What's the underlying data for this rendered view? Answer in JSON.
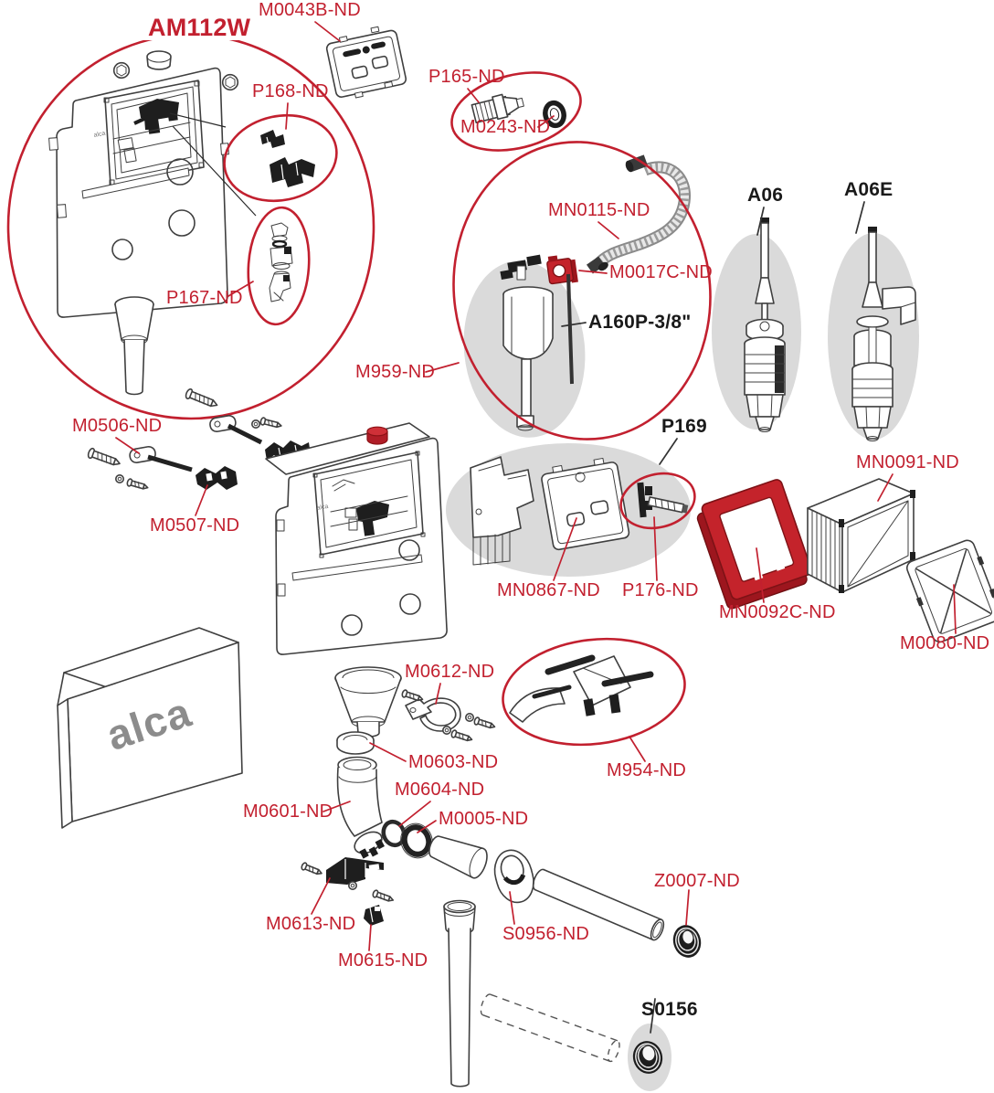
{
  "diagram": {
    "brand": "alca",
    "colors": {
      "label_red": "#c2202f",
      "part_red": "#c4232b",
      "label_black": "#1a1a1a",
      "gray_ellipse": "#dadada",
      "line_art": "#3f3f3f"
    },
    "labels": [
      {
        "id": "am112w",
        "text": "AM112W",
        "color": "red",
        "bold": true
      },
      {
        "id": "m0043b",
        "text": "M0043B-ND",
        "color": "red",
        "bold": false
      },
      {
        "id": "p165",
        "text": "P165-ND",
        "color": "red",
        "bold": false
      },
      {
        "id": "m0243",
        "text": "M0243-ND",
        "color": "red",
        "bold": false
      },
      {
        "id": "p168",
        "text": "P168-ND",
        "color": "red",
        "bold": false
      },
      {
        "id": "p167",
        "text": "P167-ND",
        "color": "red",
        "bold": false
      },
      {
        "id": "mn0115",
        "text": "MN0115-ND",
        "color": "red",
        "bold": false
      },
      {
        "id": "m0017c",
        "text": "M0017C-ND",
        "color": "red",
        "bold": false
      },
      {
        "id": "a160p",
        "text": "A160P-3/8\"",
        "color": "black",
        "bold": true
      },
      {
        "id": "m959",
        "text": "M959-ND",
        "color": "red",
        "bold": false
      },
      {
        "id": "a06",
        "text": "A06",
        "color": "black",
        "bold": true
      },
      {
        "id": "a06e",
        "text": "A06E",
        "color": "black",
        "bold": true
      },
      {
        "id": "m0506",
        "text": "M0506-ND",
        "color": "red",
        "bold": false
      },
      {
        "id": "m0507",
        "text": "M0507-ND",
        "color": "red",
        "bold": false
      },
      {
        "id": "p169",
        "text": "P169",
        "color": "black",
        "bold": true
      },
      {
        "id": "mn0867",
        "text": "MN0867-ND",
        "color": "red",
        "bold": false
      },
      {
        "id": "p176",
        "text": "P176-ND",
        "color": "red",
        "bold": false
      },
      {
        "id": "mn0091",
        "text": "MN0091-ND",
        "color": "red",
        "bold": false
      },
      {
        "id": "mn0092c",
        "text": "MN0092C-ND",
        "color": "red",
        "bold": false
      },
      {
        "id": "m0080",
        "text": "M0080-ND",
        "color": "red",
        "bold": false
      },
      {
        "id": "m0612",
        "text": "M0612-ND",
        "color": "red",
        "bold": false
      },
      {
        "id": "m0603",
        "text": "M0603-ND",
        "color": "red",
        "bold": false
      },
      {
        "id": "m0604",
        "text": "M0604-ND",
        "color": "red",
        "bold": false
      },
      {
        "id": "m0601",
        "text": "M0601-ND",
        "color": "red",
        "bold": false
      },
      {
        "id": "m0005",
        "text": "M0005-ND",
        "color": "red",
        "bold": false
      },
      {
        "id": "m954",
        "text": "M954-ND",
        "color": "red",
        "bold": false
      },
      {
        "id": "m0613",
        "text": "M0613-ND",
        "color": "red",
        "bold": false
      },
      {
        "id": "m0615",
        "text": "M0615-ND",
        "color": "red",
        "bold": false
      },
      {
        "id": "s0956",
        "text": "S0956-ND",
        "color": "red",
        "bold": false
      },
      {
        "id": "z0007",
        "text": "Z0007-ND",
        "color": "red",
        "bold": false
      },
      {
        "id": "s0156",
        "text": "S0156",
        "color": "black",
        "bold": true
      }
    ]
  }
}
